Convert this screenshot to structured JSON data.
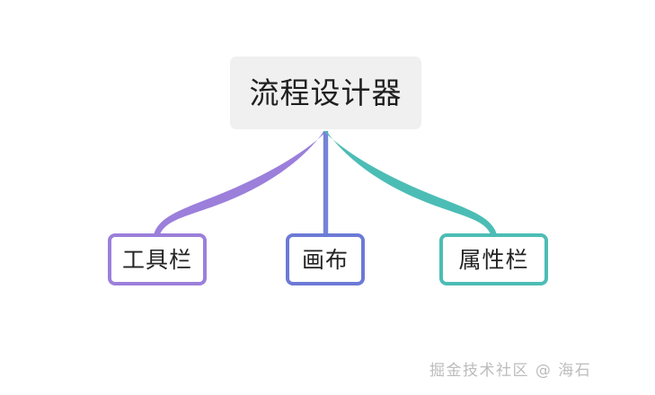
{
  "diagram": {
    "type": "mind-map",
    "title": "流程设计器",
    "background_color": "#ffffff",
    "root": {
      "label": "流程设计器",
      "fill_color": "#f0f0f0",
      "text_color": "#1f1f1f"
    },
    "children": [
      {
        "label": "工具栏",
        "border_color": "#9b7fdb",
        "fill_color": "#ffffff",
        "text_color": "#222222",
        "edge_color": "#9b7fdb"
      },
      {
        "label": "画布",
        "border_color": "#6c7ad6",
        "fill_color": "#ffffff",
        "text_color": "#222222",
        "edge_color": "#7583d8"
      },
      {
        "label": "属性栏",
        "border_color": "#4cbdb5",
        "fill_color": "#ffffff",
        "text_color": "#222222",
        "edge_color": "#4cbdb5"
      }
    ]
  },
  "watermark": {
    "text": "掘金技术社区 @ 海石",
    "color": "#bcbcbc"
  }
}
